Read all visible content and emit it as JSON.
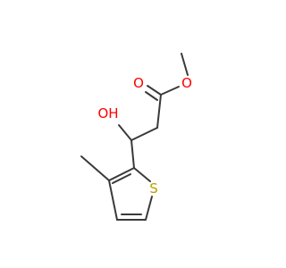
{
  "molecule": {
    "atoms": {
      "o_carbonyl": {
        "symbol": "O",
        "color": "#ff0000"
      },
      "o_ester": {
        "symbol": "O",
        "color": "#ff0000"
      },
      "o_hydroxyl": {
        "symbol": "OH",
        "color": "#ff0000"
      },
      "s_ring": {
        "symbol": "S",
        "color": "#b8a000"
      }
    },
    "bond_color": "#3a3a3a"
  }
}
